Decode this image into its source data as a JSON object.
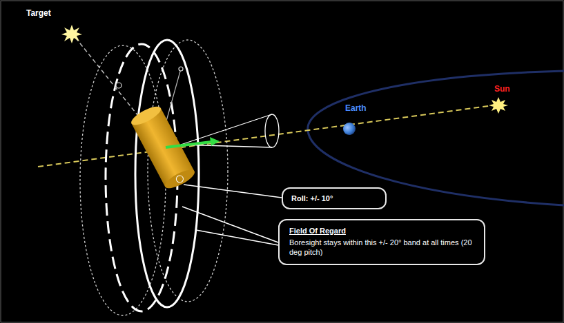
{
  "diagram": {
    "nodes": [
      {
        "text": [
          "Roll: +/- 10°"
        ]
      },
      {
        "text": [
          "Field Of Regard",
          "Boresight stays within this +/- 20° band at all times (20 deg pitch)"
        ]
      }
    ],
    "labels": [
      "Target",
      "Earth",
      "Sun"
    ]
  }
}
